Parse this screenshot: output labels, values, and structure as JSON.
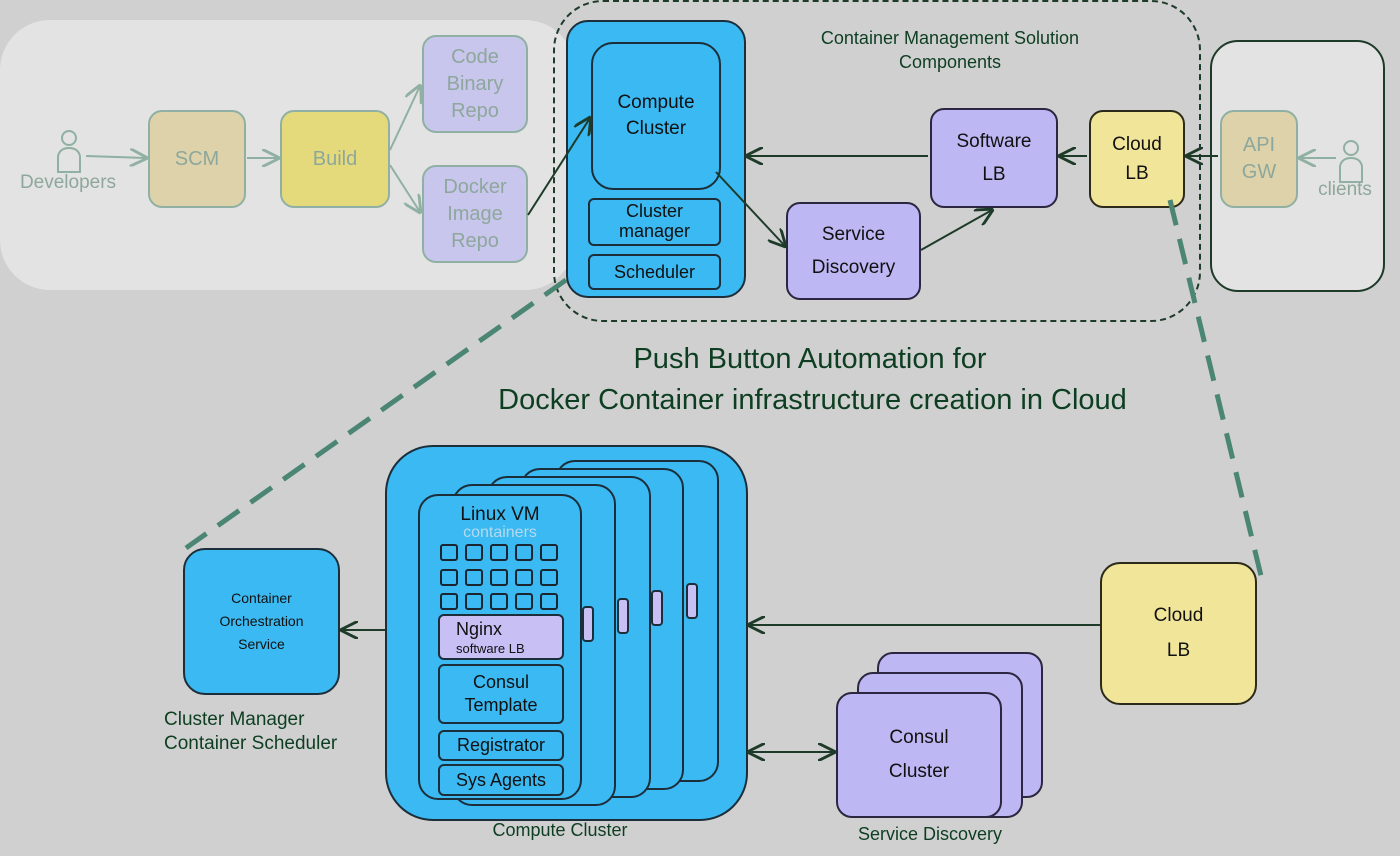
{
  "pipeline": {
    "developers_label": "Developers",
    "scm_label": "SCM",
    "build_label": "Build",
    "code_repo_label": "Code\nBinary\nRepo",
    "docker_repo_label": "Docker\nImage\nRepo"
  },
  "management": {
    "title": "Container Management Solution\nComponents",
    "compute_cluster_label": "Compute\nCluster",
    "cluster_manager_label": "Cluster\nmanager",
    "scheduler_label": "Scheduler",
    "service_discovery_label": "Service\nDiscovery",
    "software_lb_label": "Software\nLB",
    "cloud_lb_label": "Cloud\nLB"
  },
  "clients_panel": {
    "api_gw_label": "API\nGW",
    "clients_label": "clients"
  },
  "headline": {
    "line1": "Push Button Automation for",
    "line2": "Docker Container infrastructure creation in Cloud"
  },
  "detail": {
    "orchestration_label": "Container\nOrchestration\nService",
    "orchestration_caption": "Cluster Manager\nContainer Scheduler",
    "vm_title": "Linux VM",
    "vm_subtitle": "containers",
    "nginx_title": "Nginx",
    "nginx_subtitle": "software LB",
    "consul_template_label": "Consul\nTemplate",
    "registrator_label": "Registrator",
    "sys_agents_label": "Sys Agents",
    "compute_cluster_caption": "Compute Cluster",
    "cloud_lb_label": "Cloud\nLB",
    "consul_cluster_label": "Consul\nCluster",
    "service_discovery_caption": "Service Discovery"
  },
  "colors": {
    "blue": "#3ab9f2",
    "purple": "#bdb7f3",
    "yellow": "#f1e59a",
    "connector_dash": "#4b8574",
    "dark_green_text": "#0e3e22"
  }
}
